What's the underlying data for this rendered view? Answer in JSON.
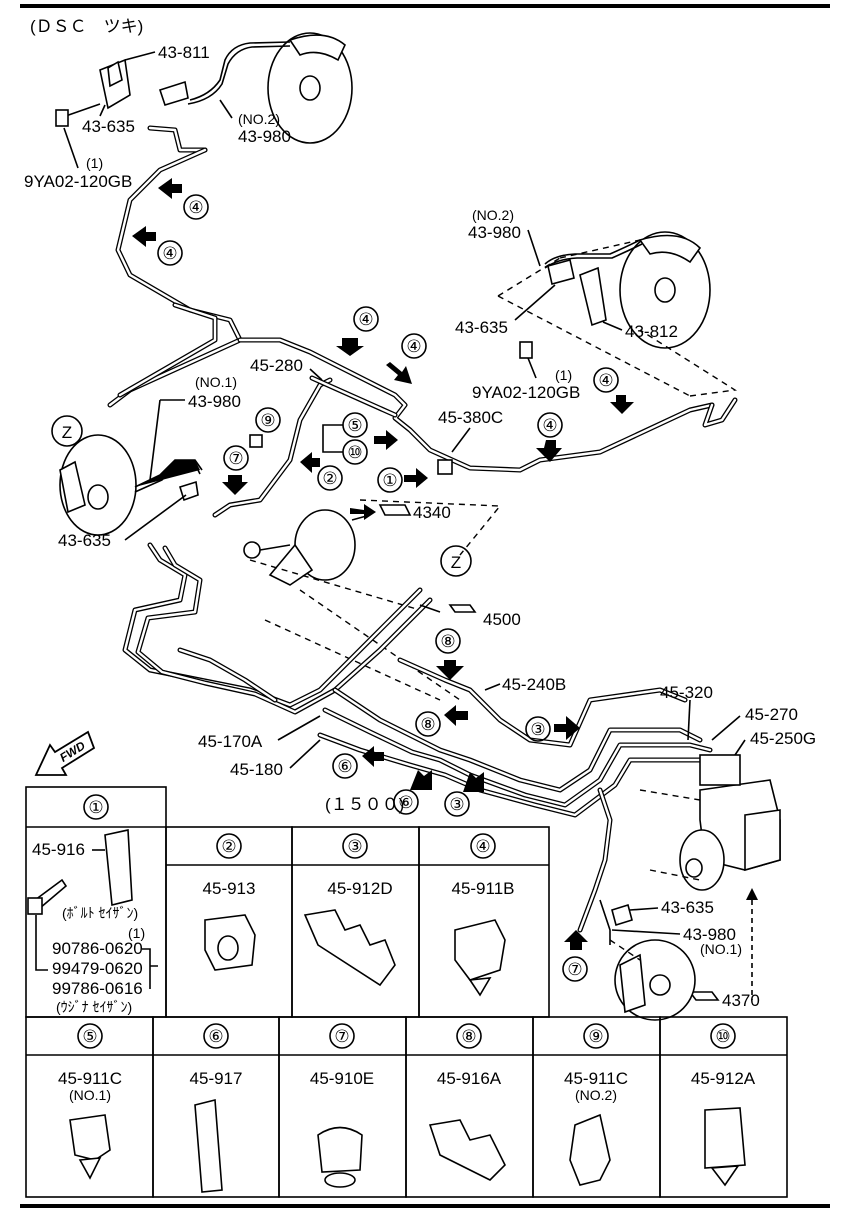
{
  "header": {
    "title": "(ＤＳＣ　ツキ)"
  },
  "labels": {
    "l43_811": "43-811",
    "l43_635_a": "43-635",
    "l43_980_a_no": "(NO.2)",
    "l43_980_a": "43-980",
    "l9ya_a_q": "(1)",
    "l9ya_a": "9YA02-120GB",
    "l43_980_b_no": "(NO.2)",
    "l43_980_b": "43-980",
    "l43_635_b": "43-635",
    "l43_812": "43-812",
    "l9ya_b_q": "(1)",
    "l9ya_b": "9YA02-120GB",
    "l45_280": "45-280",
    "l45_380c": "45-380C",
    "l43_980_c_no": "(NO.1)",
    "l43_980_c": "43-980",
    "l43_635_c": "43-635",
    "ref4340": "4340",
    "ref4500": "4500",
    "l45_240b": "45-240B",
    "l45_320": "45-320",
    "l45_270": "45-270",
    "l45_250g": "45-250G",
    "l45_170a": "45-170A",
    "l45_180": "45-180",
    "l1500": "(１５００)",
    "l43_635_d": "43-635",
    "l43_980_d": "43-980",
    "l43_980_d_no": "(NO.1)",
    "ref4370": "4370",
    "fwd": "FWD",
    "z": "Z"
  },
  "callouts": [
    "①",
    "②",
    "③",
    "④",
    "⑤",
    "⑥",
    "⑦",
    "⑧",
    "⑨",
    "⑩"
  ],
  "table": {
    "row1": [
      {
        "num": "①",
        "parts": [
          "45-916"
        ],
        "bolt": "(ﾎﾞﾙﾄ ｾｲｻﾞﾝ)",
        "qty": "(1)",
        "codes": [
          "90786-0620",
          "99479-0620",
          "99786-0616"
        ],
        "nut": "(ｳｼﾞﾅ ｾｲｻﾞﾝ)"
      },
      {
        "num": "②",
        "part": "45-913"
      },
      {
        "num": "③",
        "part": "45-912D"
      },
      {
        "num": "④",
        "part": "45-911B"
      }
    ],
    "row2": [
      {
        "num": "⑤",
        "part": "45-911C",
        "sub": "(NO.1)"
      },
      {
        "num": "⑥",
        "part": "45-917",
        "sub": ""
      },
      {
        "num": "⑦",
        "part": "45-910E",
        "sub": ""
      },
      {
        "num": "⑧",
        "part": "45-916A",
        "sub": ""
      },
      {
        "num": "⑨",
        "part": "45-911C",
        "sub": "(NO.2)"
      },
      {
        "num": "⑩",
        "part": "45-912A",
        "sub": ""
      }
    ]
  }
}
